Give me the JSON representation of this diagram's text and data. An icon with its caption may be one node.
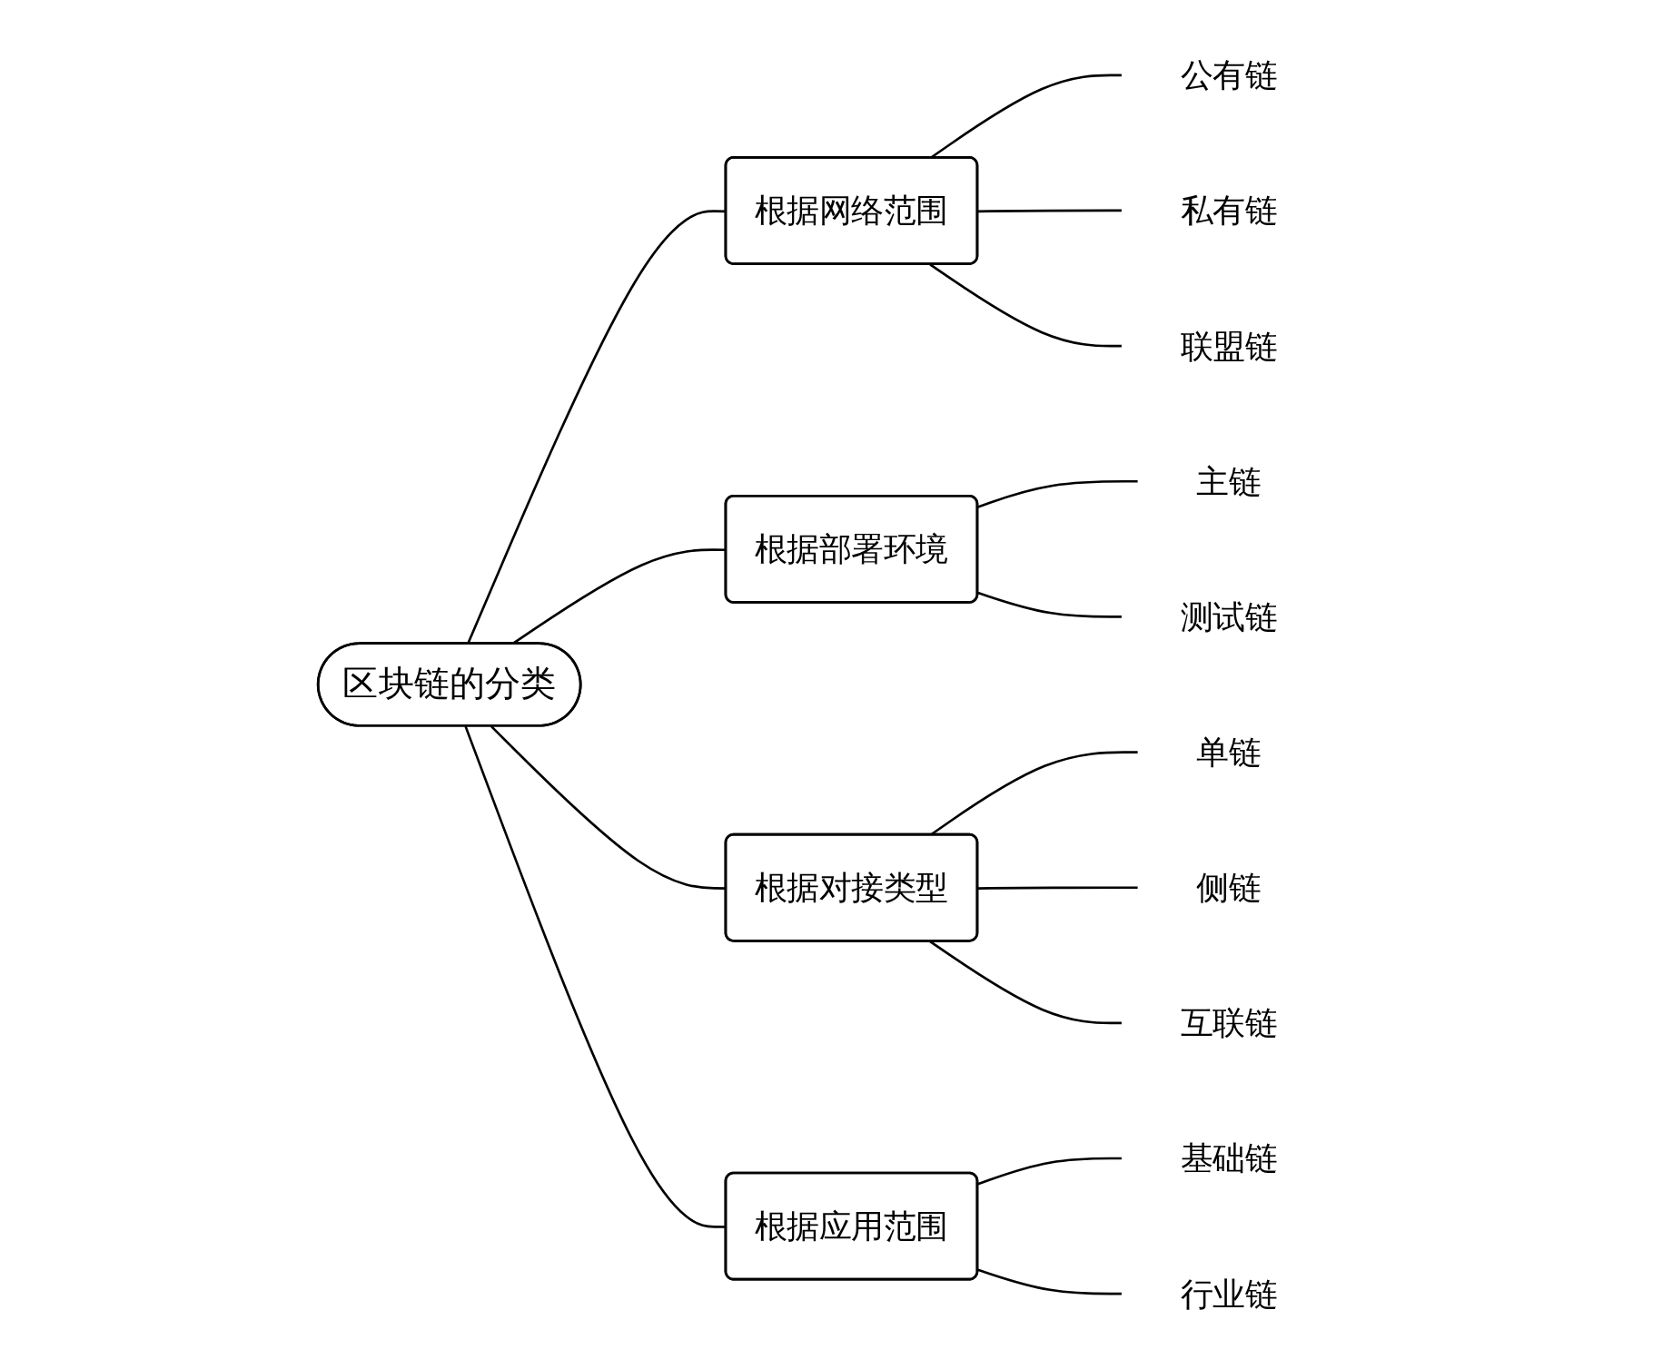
{
  "diagram": {
    "nodes": [
      {
        "text": [
          "区块链的分类"
        ]
      },
      {
        "text": [
          "根据网络范围"
        ]
      },
      {
        "text": [
          "公有链"
        ]
      },
      {
        "text": [
          "私有链"
        ]
      },
      {
        "text": [
          "联盟链"
        ]
      },
      {
        "text": [
          "根据部署环境"
        ]
      },
      {
        "text": [
          "主链"
        ]
      },
      {
        "text": [
          "测试链"
        ]
      },
      {
        "text": [
          "根据对接类型"
        ]
      },
      {
        "text": [
          "单链"
        ]
      },
      {
        "text": [
          "侧链"
        ]
      },
      {
        "text": [
          "互联链"
        ]
      },
      {
        "text": [
          "根据应用范围"
        ]
      },
      {
        "text": [
          "基础链"
        ]
      },
      {
        "text": [
          "行业链"
        ]
      }
    ],
    "edges": [
      {
        "from": 0,
        "to": 1,
        "arrow": "none"
      },
      {
        "from": 1,
        "to": 2,
        "arrow": "none"
      },
      {
        "from": 1,
        "to": 3,
        "arrow": "none"
      },
      {
        "from": 1,
        "to": 4,
        "arrow": "none"
      },
      {
        "from": 0,
        "to": 5,
        "arrow": "none"
      },
      {
        "from": 5,
        "to": 6,
        "arrow": "none"
      },
      {
        "from": 5,
        "to": 7,
        "arrow": "none"
      },
      {
        "from": 0,
        "to": 8,
        "arrow": "none"
      },
      {
        "from": 8,
        "to": 9,
        "arrow": "none"
      },
      {
        "from": 8,
        "to": 10,
        "arrow": "none"
      },
      {
        "from": 8,
        "to": 11,
        "arrow": "none"
      },
      {
        "from": 0,
        "to": 12,
        "arrow": "none"
      },
      {
        "from": 12,
        "to": 13,
        "arrow": "none"
      },
      {
        "from": 12,
        "to": 14,
        "arrow": "none"
      }
    ]
  }
}
